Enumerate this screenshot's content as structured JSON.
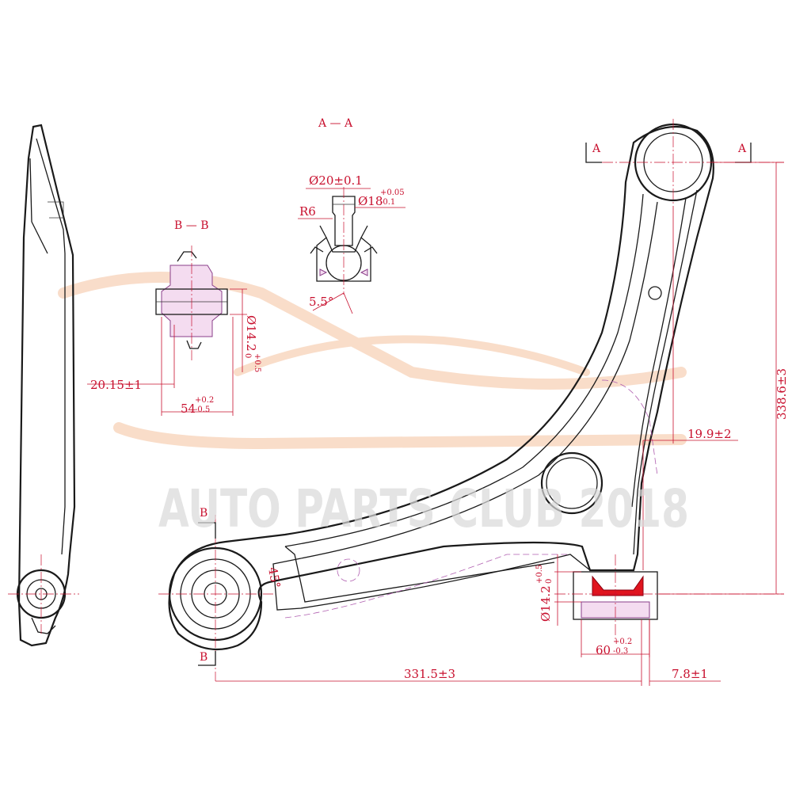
{
  "colors": {
    "dimension": "#c8102e",
    "outline": "#1a1a1a",
    "bushing_rubber": "#f4dcf0",
    "bushing_insert": "#e0141e",
    "watermark": "#d9d9d9",
    "watermark_car": "#f7d2b8"
  },
  "watermark": {
    "text": "AUTO PARTS CLUB 2018"
  },
  "sections": {
    "aa_title": "A — A",
    "bb_title": "B — B",
    "a_mark_left": "A",
    "a_mark_right": "A",
    "b_mark_top": "B",
    "b_mark_bottom": "B"
  },
  "dimensions": {
    "ball_stud_diameter": "Ø20±0.1",
    "ball_stud_radius": "R6",
    "ball_stud_neck": "Ø18",
    "ball_stud_neck_tol_upper": "+0.05",
    "ball_stud_neck_tol_lower": "-0.1",
    "ball_joint_angle": "5.5°",
    "bushing_b_bore": "Ø14.2",
    "bushing_b_bore_tol_upper": "+0.5",
    "bushing_b_bore_tol_lower": "0",
    "bushing_b_offset": "20.15±1",
    "bushing_b_length": "54",
    "bushing_b_length_tol_upper": "+0.2",
    "bushing_b_length_tol_lower": "-0.5",
    "arm_height": "338.6±3",
    "rear_offset": "19.9±2",
    "rear_bushing_bore": "Ø14.2",
    "rear_bushing_bore_tol_upper": "+0.5",
    "rear_bushing_bore_tol_lower": "0",
    "rear_bushing_length": "60",
    "rear_bushing_length_tol_upper": "+0.2",
    "rear_bushing_length_tol_lower": "-0.3",
    "arm_length": "331.5±3",
    "end_offset": "7.8±1",
    "angle_45": "45°"
  }
}
